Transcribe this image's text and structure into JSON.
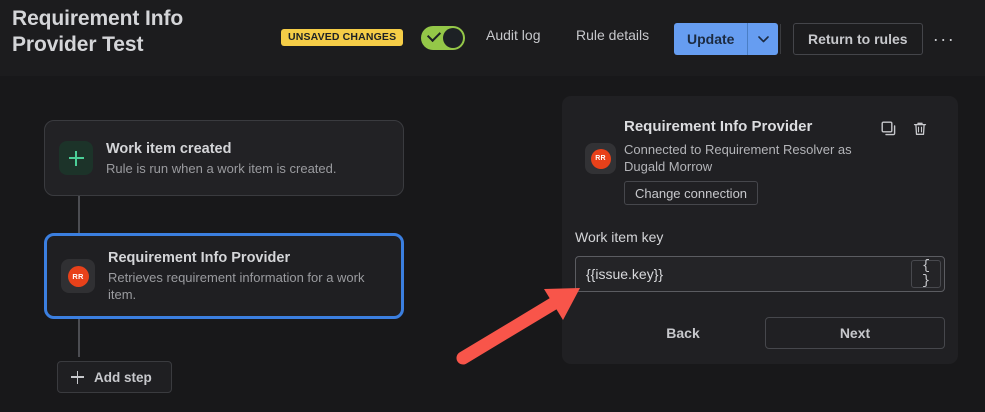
{
  "header": {
    "title": "Requirement Info Provider Test",
    "unsaved_badge": "UNSAVED CHANGES",
    "toggle_state": "on",
    "audit_log_label": "Audit log",
    "rule_details_label": "Rule details",
    "update_label": "Update",
    "update_caret_icon": "chevron-down-icon",
    "return_label": "Return to rules",
    "more_label": "···",
    "accent_blue": "#669df1",
    "badge_yellow": "#f5cd47",
    "toggle_green": "#94c748"
  },
  "canvas": {
    "steps": [
      {
        "title": "Work item created",
        "description": "Rule is run when a work item is created.",
        "icon": "plus-icon",
        "selected": false
      },
      {
        "title": "Requirement Info Provider",
        "description": "Retrieves requirement information for a work item.",
        "icon": "rr-app-icon",
        "icon_text": "RR",
        "selected": true
      }
    ],
    "add_step_label": "Add step",
    "add_step_icon": "plus-icon",
    "selection_color": "#3b7fe0"
  },
  "config_panel": {
    "title": "Requirement Info Provider",
    "app_icon_text": "RR",
    "connection_text": "Connected to Requirement Resolver as Dugald Morrow",
    "change_connection_label": "Change connection",
    "copy_icon": "duplicate-icon",
    "delete_icon": "trash-icon",
    "field": {
      "label": "Work item key",
      "value": "{{issue.key}}",
      "placeholder": "",
      "token_button_label": "{ }"
    },
    "back_label": "Back",
    "next_label": "Next"
  },
  "annotation": {
    "arrow_color": "#f8554a",
    "arrow_description": "red arrow pointing to the Work item key input field"
  }
}
